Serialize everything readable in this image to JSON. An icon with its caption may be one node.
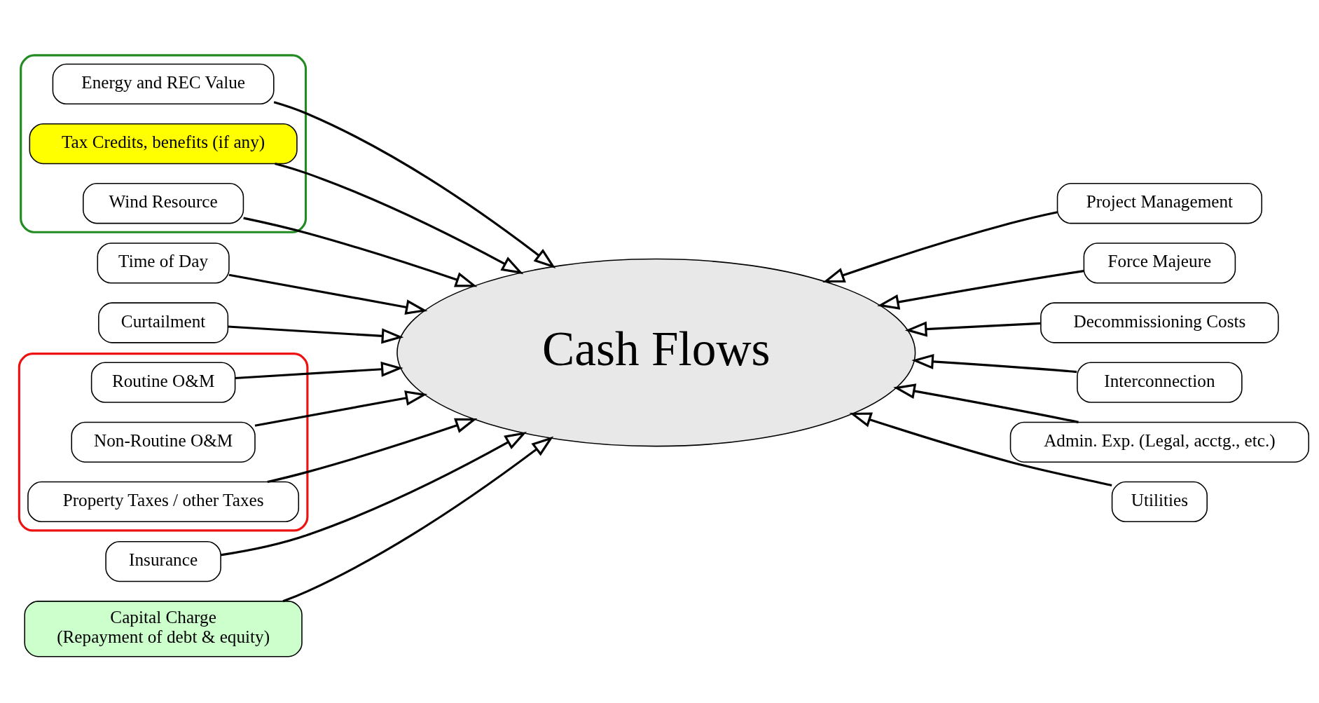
{
  "diagram": {
    "nodes": [
      {
        "text": [],
        "shape": "ellipse"
      },
      {
        "text": [
          "Energy and REC Value"
        ],
        "in": 0
      },
      {
        "text": [
          "Tax Credits, benefits (if any)"
        ],
        "in": 0
      },
      {
        "text": [
          "Wind Resource"
        ],
        "in": 0
      },
      {
        "text": [
          "Time of Day"
        ]
      },
      {
        "text": [
          "Project Management"
        ]
      },
      {
        "text": [
          "Curtailment"
        ]
      },
      {
        "text": [
          "Force Majeure"
        ]
      },
      {
        "text": [
          "Cash Flows"
        ]
      },
      {
        "text": [],
        "shape": "ellipse"
      },
      {
        "text": [
          "Routine O&M"
        ],
        "in": 9
      },
      {
        "text": [
          "Decommissioning Costs"
        ]
      },
      {
        "text": [
          "Non-Routine O&M"
        ],
        "in": 9
      },
      {
        "text": [
          "Interconnection"
        ]
      },
      {
        "text": [
          "Admin. Exp. (Legal, acctg., etc.)"
        ]
      },
      {
        "text": [
          "Property Taxes / other Taxes"
        ],
        "in": 9
      },
      {
        "text": [
          "Insurance"
        ]
      },
      {
        "text": [
          "Utilities"
        ]
      },
      {
        "text": [
          "Capital Charge",
          "(Repayment of debt & equity)"
        ]
      }
    ],
    "edges": [
      {
        "from": 1,
        "to": 8,
        "arrow": "to"
      },
      {
        "from": 2,
        "to": 8,
        "arrow": "to"
      },
      {
        "from": 3,
        "to": 8,
        "arrow": "to"
      },
      {
        "from": 4,
        "to": 8,
        "arrow": "to"
      },
      {
        "from": 5,
        "to": 8,
        "arrow": "to"
      },
      {
        "from": 6,
        "to": 8,
        "arrow": "to"
      },
      {
        "from": 7,
        "to": 8,
        "arrow": "to"
      },
      {
        "from": 10,
        "to": 8,
        "arrow": "to"
      },
      {
        "from": 11,
        "to": 8,
        "arrow": "to"
      },
      {
        "from": 12,
        "to": 8,
        "arrow": "to"
      },
      {
        "from": 13,
        "to": 8,
        "arrow": "to"
      },
      {
        "from": 14,
        "to": 8,
        "arrow": "to"
      },
      {
        "from": 15,
        "to": 8,
        "arrow": "to"
      },
      {
        "from": 16,
        "to": 8,
        "arrow": "to"
      },
      {
        "from": 17,
        "to": 8,
        "arrow": "to"
      },
      {
        "from": 18,
        "to": 8,
        "arrow": "to"
      }
    ]
  }
}
